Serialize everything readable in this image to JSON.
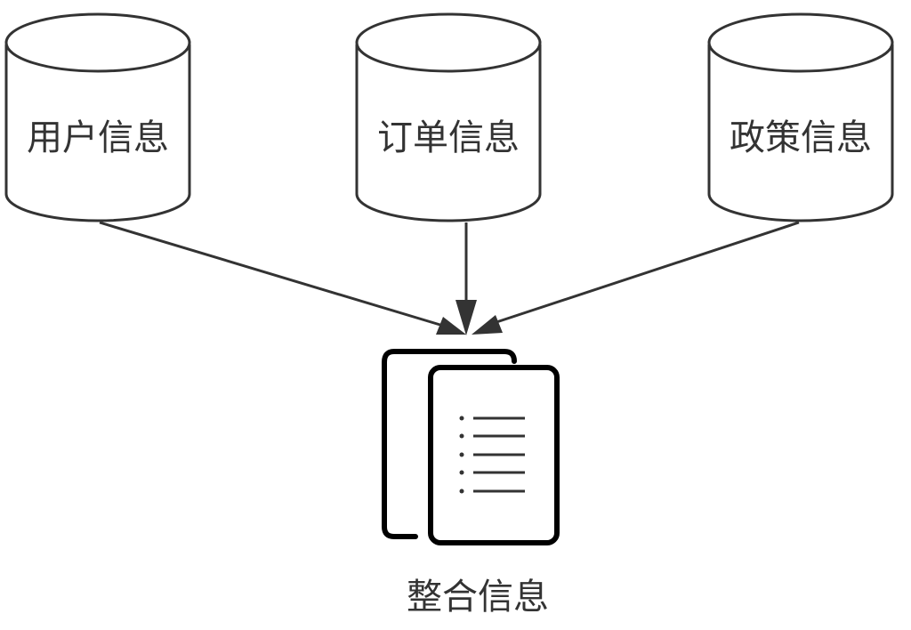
{
  "diagram": {
    "sources": [
      {
        "id": "user",
        "label": "用户信息",
        "shape": "database-cylinder"
      },
      {
        "id": "order",
        "label": "订单信息",
        "shape": "database-cylinder"
      },
      {
        "id": "policy",
        "label": "政策信息",
        "shape": "database-cylinder"
      }
    ],
    "target": {
      "id": "merged",
      "label": "整合信息",
      "icon": "documents-icon"
    },
    "edges": [
      {
        "from": "user",
        "to": "merged"
      },
      {
        "from": "order",
        "to": "merged"
      },
      {
        "from": "policy",
        "to": "merged"
      }
    ],
    "colors": {
      "stroke": "#333333",
      "text": "#333333",
      "background": "#ffffff"
    }
  }
}
